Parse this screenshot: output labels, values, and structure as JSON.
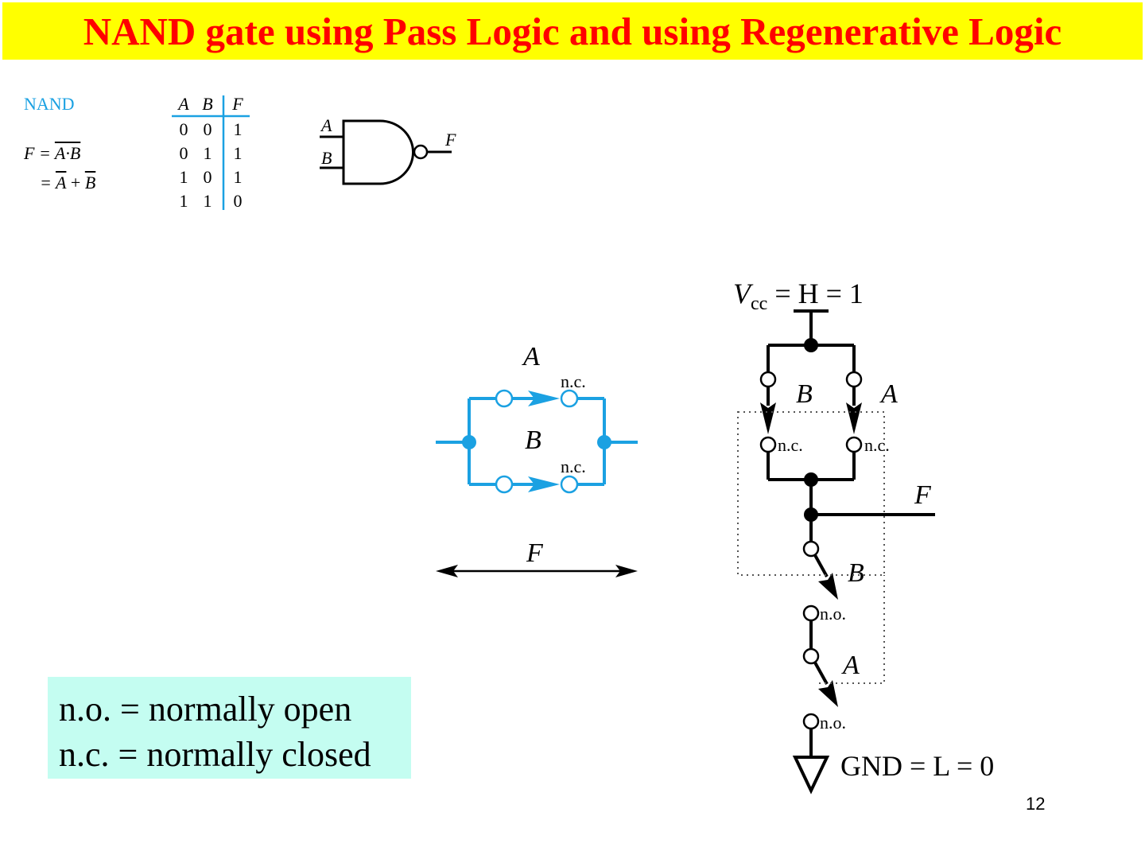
{
  "title": "NAND gate using Pass Logic and using Regenerative Logic",
  "nand_block": {
    "label": "NAND",
    "eq_line1_lhs": "F = ",
    "eq_line1_rhs": "A·B",
    "eq_line2_prefix": "= ",
    "eq_line2_a": "A",
    "eq_line2_plus": " + ",
    "eq_line2_b": "B"
  },
  "truth_table": {
    "headers": [
      "A",
      "B",
      "F"
    ],
    "rows": [
      [
        "0",
        "0",
        "1"
      ],
      [
        "0",
        "1",
        "1"
      ],
      [
        "1",
        "0",
        "1"
      ],
      [
        "1",
        "1",
        "0"
      ]
    ]
  },
  "gate_symbol": {
    "input_a": "A",
    "input_b": "B",
    "output": "F"
  },
  "pass_logic": {
    "label_a": "A",
    "label_b": "B",
    "nc_top": "n.c.",
    "nc_bottom": "n.c.",
    "label_f": "F",
    "color": "#1ba1e2"
  },
  "regenerative_logic": {
    "vcc_v": "V",
    "vcc_sub": "cc",
    "vcc_rest": " = H = 1",
    "label_b_top": "B",
    "label_a_top": "A",
    "nc_left": "n.c.",
    "nc_right": "n.c.",
    "label_f": "F",
    "label_b_bottom": "B",
    "no_upper": "n.o.",
    "label_a_bottom": "A",
    "no_lower": "n.o.",
    "gnd": "GND = L = 0"
  },
  "legend": {
    "line1": "n.o. = normally open",
    "line2": "n.c. = normally closed"
  },
  "page_number": "12",
  "colors": {
    "title_bg": "#ffff00",
    "title_text": "#ff0000",
    "legend_bg": "#c4fdf1",
    "accent_blue": "#1ba1e2"
  }
}
